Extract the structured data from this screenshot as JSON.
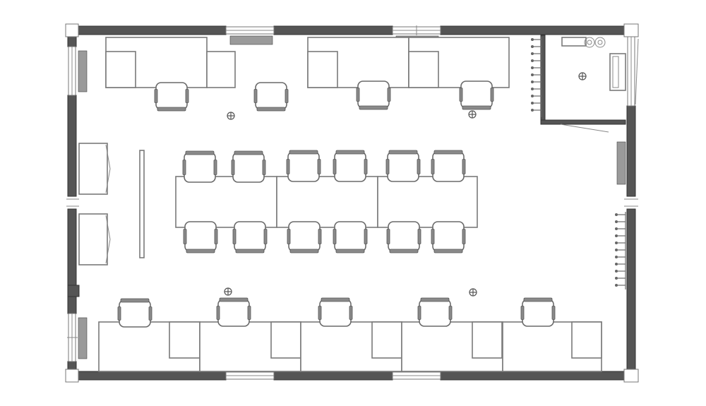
{
  "plan": {
    "rooms": [
      "office-room",
      "storage-room"
    ],
    "symbols": {
      "ceiling_light": "ceiling-light-icon",
      "radiator": "radiator-icon",
      "coat_hook": "coat-hook-icon",
      "chair": "office-chair-icon",
      "sink": "sink-icon"
    },
    "counts": {
      "top_workstations": 4,
      "bottom_workstations": 5,
      "meeting_table_chairs": 12,
      "ceiling_lights": 5,
      "radiators": 6,
      "windows": 8
    },
    "colors": {
      "wall": "#555555",
      "furniture_stroke": "#7a7a7a",
      "background": "#ffffff"
    }
  }
}
